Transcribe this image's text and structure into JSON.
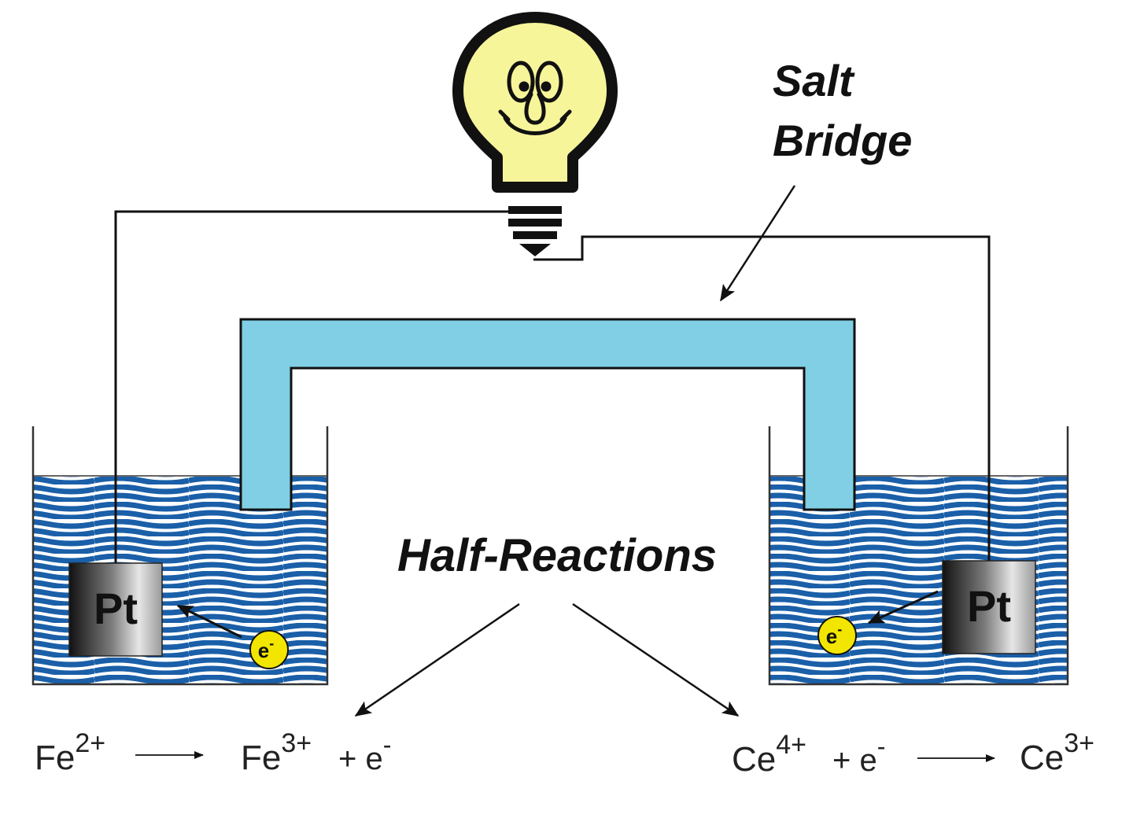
{
  "labels": {
    "salt_bridge_line1": "Salt",
    "salt_bridge_line2": "Bridge",
    "half_reactions": "Half-Reactions"
  },
  "electrodes": {
    "left": "Pt",
    "right": "Pt"
  },
  "electron": {
    "symbol": "e",
    "charge": "-"
  },
  "left_reaction": {
    "reactant": "Fe",
    "reactant_charge": "2+",
    "product": "Fe",
    "product_charge": "3+",
    "plus": "+ e",
    "electron_charge": "-"
  },
  "right_reaction": {
    "reactant": "Ce",
    "reactant_charge": "4+",
    "plus": "+ e",
    "electron_charge": "-",
    "product": "Ce",
    "product_charge": "3+"
  },
  "colors": {
    "solution_wave": "#1a5fa8",
    "salt_bridge": "#80cfe4",
    "bulb_fill": "#f7f59a",
    "electron_fill": "#f2e600",
    "wire": "#111111"
  }
}
